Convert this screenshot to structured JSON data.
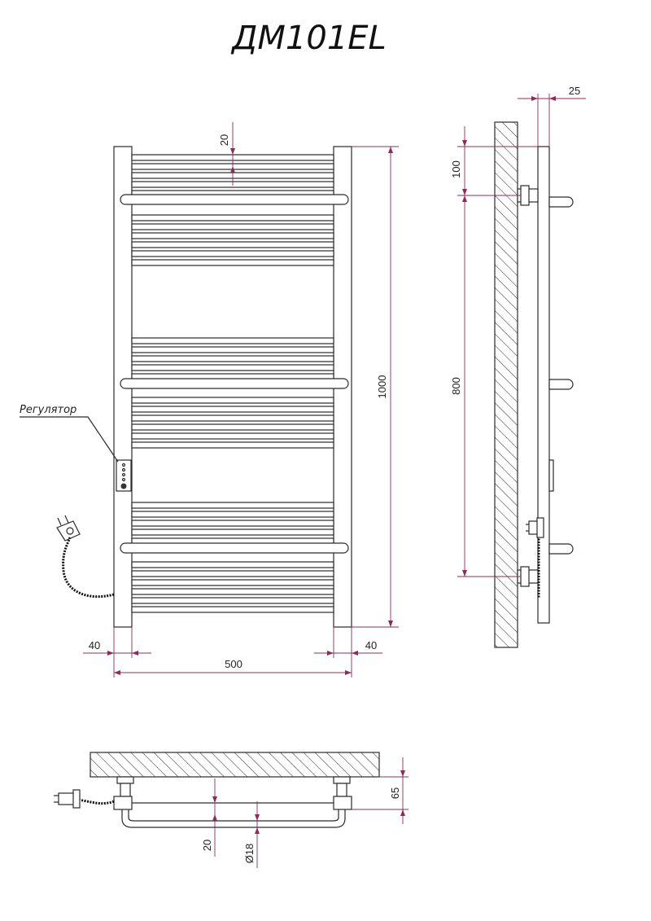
{
  "title": "ДМ101EL",
  "regulator_label": "Регулятор",
  "front_view": {
    "dim_bar_gap": "20",
    "dim_height": "1000",
    "dim_width": "500",
    "dim_left_offset": "40",
    "dim_right_offset": "40"
  },
  "side_view": {
    "dim_depth": "25",
    "dim_top_offset": "100",
    "dim_mount_spacing": "800"
  },
  "top_view": {
    "dim_wall_distance": "65",
    "dim_bar_gap": "20",
    "dim_diameter": "Ø18"
  },
  "colors": {
    "dimension": "#8b2c5c",
    "outline": "#2a2a2a"
  }
}
